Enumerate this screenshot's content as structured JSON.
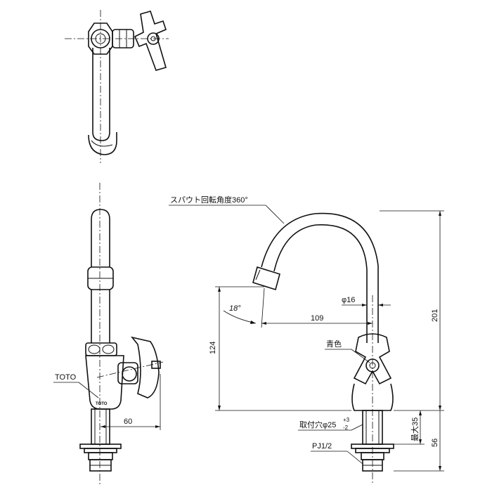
{
  "labels": {
    "spout_rotation": "スパウト回転角度360°",
    "spout_dia": "φ16",
    "reach": "109",
    "angle": "18°",
    "height_left": "124",
    "height_total": "201",
    "handle_color": "青色",
    "brand": "TOTO",
    "brand_logo": "TOTO",
    "offset": "60",
    "mount_hole": "取付穴φ25",
    "tol_plus": "+3",
    "tol_minus": "-2",
    "max35": "最大35",
    "thread": "PJ1/2",
    "dim56": "56"
  }
}
